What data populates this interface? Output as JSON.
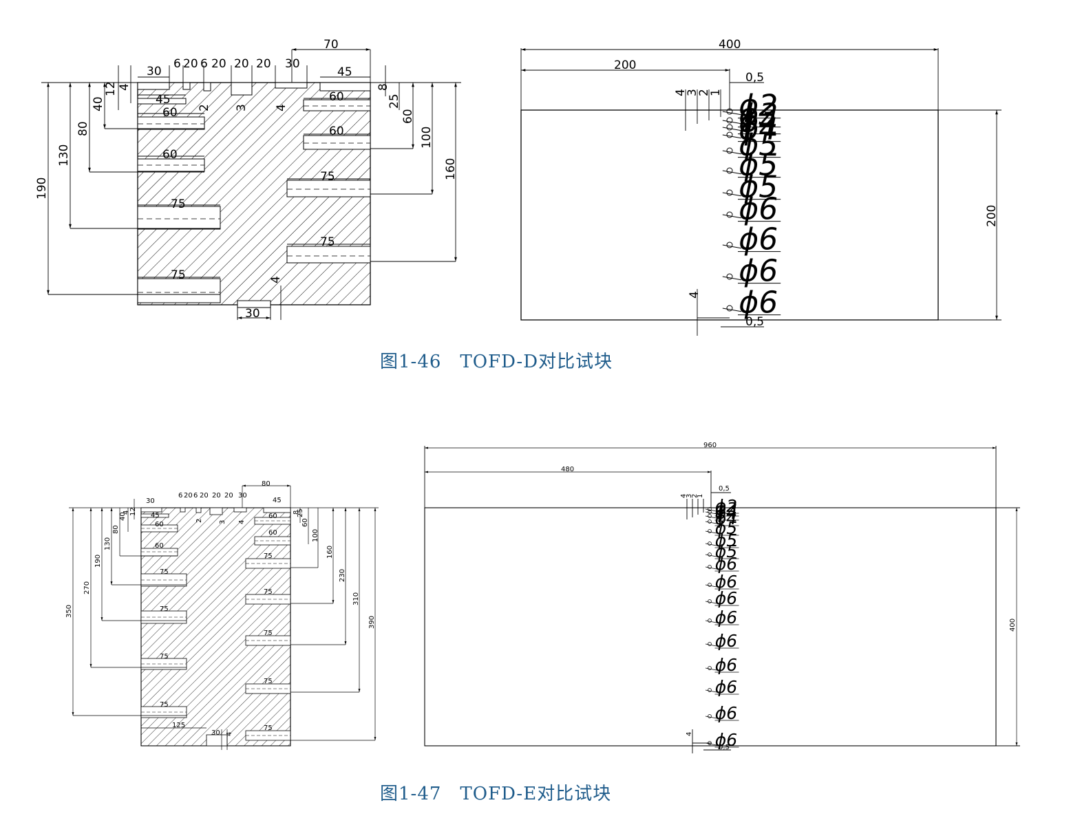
{
  "colors": {
    "caption": "#1f5c8b",
    "line": "#000000"
  },
  "fig46": {
    "caption": "图1-46　TOFD-D对比试块",
    "left_dims_top": [
      "30",
      "6",
      "20",
      "6",
      "20",
      "20",
      "20",
      "30",
      "70",
      "45"
    ],
    "left_dims_mid": [
      "45",
      "60",
      "60",
      "60",
      "60",
      "75",
      "75",
      "75",
      "75"
    ],
    "left_depths_left": [
      "12",
      "4",
      "40",
      "80",
      "130",
      "190"
    ],
    "left_depths_right": [
      "8",
      "25",
      "60",
      "100",
      "160"
    ],
    "left_small": [
      "2",
      "3",
      "4",
      "4",
      "30"
    ],
    "right_dims": [
      "400",
      "200",
      "0,5",
      "0,5",
      "200"
    ],
    "right_depths": [
      "4",
      "3",
      "2",
      "1",
      "4"
    ],
    "right_holes": [
      "ϕ2",
      "ϕ3",
      "ϕ4",
      "ϕ4",
      "ϕ5",
      "ϕ5",
      "ϕ5",
      "ϕ6",
      "ϕ6",
      "ϕ6",
      "ϕ6"
    ]
  },
  "fig47": {
    "caption": "图1-47　TOFD-E对比试块",
    "left_dims_top": [
      "30",
      "6",
      "20",
      "6",
      "20",
      "20",
      "20",
      "30",
      "80",
      "45"
    ],
    "left_dims_mid": [
      "45",
      "60",
      "60",
      "60",
      "75",
      "75",
      "75",
      "75",
      "75",
      "75",
      "75",
      "75",
      "75",
      "125",
      "30"
    ],
    "left_depths_left": [
      "4",
      "12",
      "40",
      "80",
      "130",
      "190",
      "270",
      "350"
    ],
    "left_depths_right": [
      "8",
      "25",
      "60",
      "100",
      "160",
      "230",
      "310",
      "390"
    ],
    "left_small": [
      "2",
      "3",
      "4",
      "4"
    ],
    "right_dims": [
      "960",
      "480",
      "0,5",
      "0,5",
      "400"
    ],
    "right_depths": [
      "4",
      "3",
      "2",
      "1",
      "4"
    ],
    "right_holes": [
      "ϕ2",
      "ϕ3",
      "ϕ4",
      "ϕ4",
      "ϕ5",
      "ϕ5",
      "ϕ5",
      "ϕ6",
      "ϕ6",
      "ϕ6",
      "ϕ6",
      "ϕ6",
      "ϕ6",
      "ϕ6",
      "ϕ6",
      "ϕ6"
    ]
  }
}
